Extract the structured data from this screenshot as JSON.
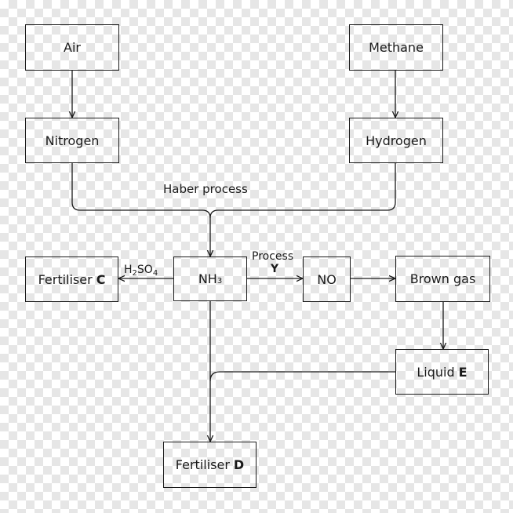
{
  "nodes": {
    "air": "Air",
    "methane": "Methane",
    "nitrogen": "Nitrogen",
    "hydrogen": "Hydrogen",
    "ammonia": {
      "base": "NH",
      "sub": "3"
    },
    "fertiliser_c": {
      "text": "Fertiliser",
      "letter": "C"
    },
    "no": "NO",
    "brown_gas": "Brown gas",
    "liquid_e": {
      "text": "Liquid",
      "letter": "E"
    },
    "fertiliser_d": {
      "text": "Fertiliser",
      "letter": "D"
    }
  },
  "labels": {
    "haber": "Haber process",
    "process": "Process",
    "process_letter": "Y",
    "acid": {
      "a": "H",
      "a_sub": "2",
      "b": "SO",
      "b_sub": "4"
    }
  },
  "colors": {
    "stroke": "#1a1a1a"
  }
}
